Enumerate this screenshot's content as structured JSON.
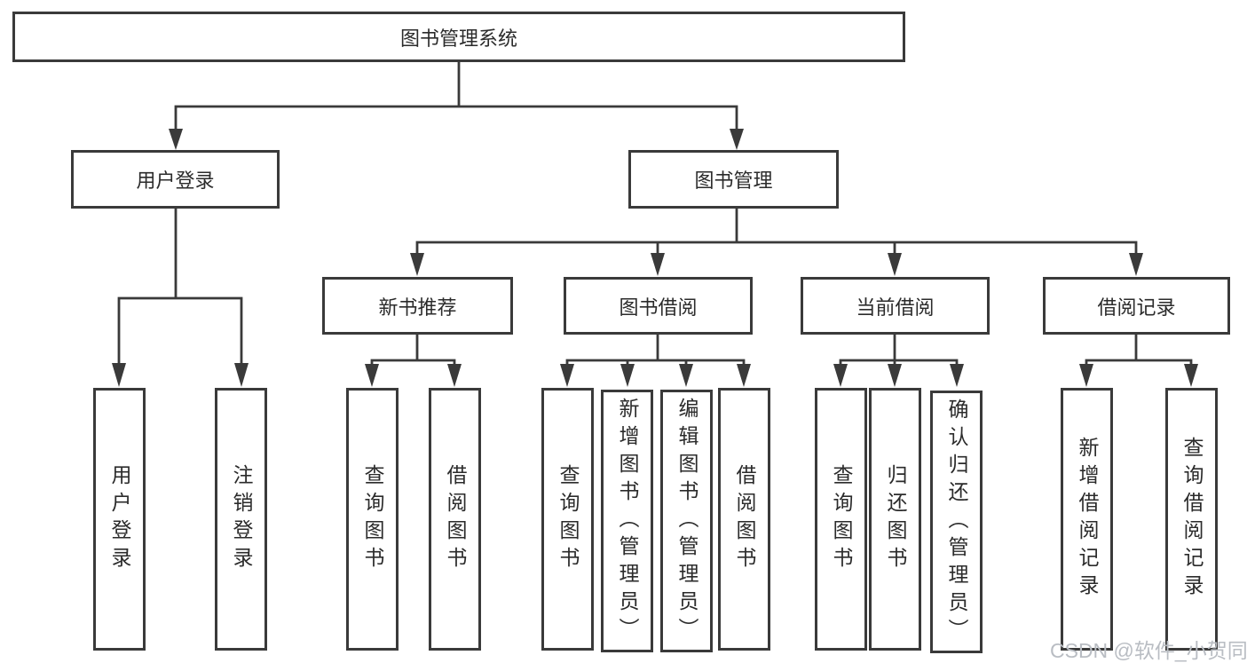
{
  "diagram_type": "hierarchy-tree",
  "tree": {
    "label": "图书管理系统",
    "children": [
      {
        "label": "用户登录",
        "children": [
          {
            "label": "用户登录"
          },
          {
            "label": "注销登录"
          }
        ]
      },
      {
        "label": "图书管理",
        "children": [
          {
            "label": "新书推荐",
            "children": [
              {
                "label": "查询图书"
              },
              {
                "label": "借阅图书"
              }
            ]
          },
          {
            "label": "图书借阅",
            "children": [
              {
                "label": "查询图书"
              },
              {
                "label": "新增图书（管理员）"
              },
              {
                "label": "编辑图书（管理员）"
              },
              {
                "label": "借阅图书"
              }
            ]
          },
          {
            "label": "当前借阅",
            "children": [
              {
                "label": "查询图书"
              },
              {
                "label": "归还图书"
              },
              {
                "label": "确认归还（管理员）"
              }
            ]
          },
          {
            "label": "借阅记录",
            "children": [
              {
                "label": "新增借阅记录"
              },
              {
                "label": "查询借阅记录"
              }
            ]
          }
        ]
      }
    ]
  },
  "watermark": {
    "text": "CSDN @软件_小贺同学"
  },
  "colors": {
    "border": "#3a3a3a",
    "line": "#3a3a3a",
    "text": "#2b2b2b",
    "watermark": "#b9bdc3",
    "background": "#ffffff"
  }
}
